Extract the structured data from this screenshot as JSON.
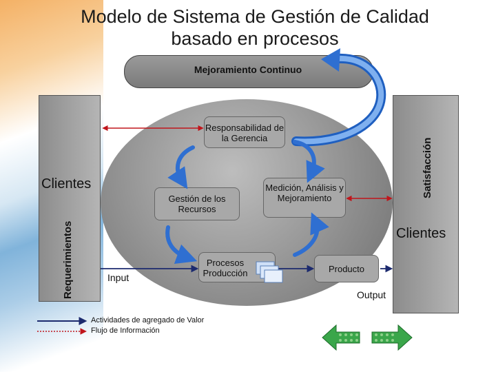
{
  "title": {
    "line1": "Modelo de Sistema de Gestión de Calidad",
    "line2": "basado en procesos"
  },
  "mejoramiento": "Mejoramiento Continuo",
  "clientes_left": "Clientes",
  "clientes_right": "Clientes",
  "requerimientos": "Requerimientos",
  "satisfaccion": "Satisfacción",
  "boxes": {
    "responsabilidad": "Responsabilidad de la Gerencia",
    "recursos": "Gestión de los Recursos",
    "medicion": "Medición, Análisis y Mejoramiento",
    "procesos": "Procesos Producción",
    "producto": "Producto"
  },
  "input": "Input",
  "output": "Output",
  "legend": {
    "valor": "Actividades de agregado de Valor",
    "informacion": "Flujo de Información"
  },
  "colors": {
    "value_arrow": "#1c2a6e",
    "info_arrow": "#c0151b",
    "cycle_arrow": "#2f6fd1"
  }
}
